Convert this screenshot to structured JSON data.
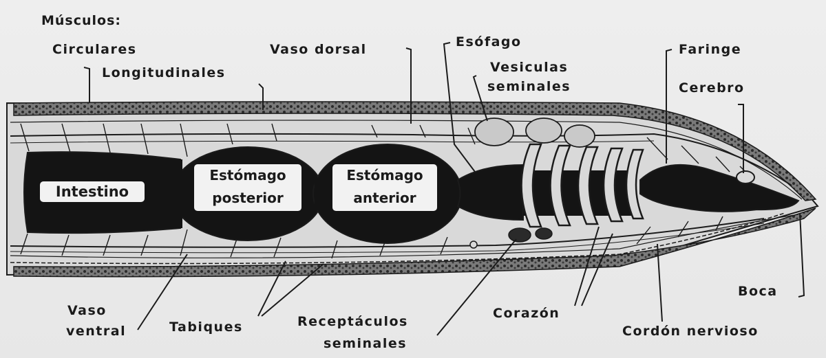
{
  "diagram": {
    "heading": "Músculos:",
    "labels": {
      "circulares": "Circulares",
      "longitudinales": "Longitudinales",
      "vaso_dorsal": "Vaso dorsal",
      "esofago": "Esófago",
      "vesiculas_1": "Vesiculas",
      "vesiculas_2": "seminales",
      "faringe": "Faringe",
      "cerebro": "Cerebro",
      "intestino": "Intestino",
      "estomago_post_1": "Estómago",
      "estomago_post_2": "posterior",
      "estomago_ant_1": "Estómago",
      "estomago_ant_2": "anterior",
      "vaso_ventral_1": "Vaso",
      "vaso_ventral_2": "ventral",
      "tabiques": "Tabiques",
      "receptaculos_1": "Receptáculos",
      "receptaculos_2": "seminales",
      "corazon": "Corazón",
      "cordon": "Cordón nervioso",
      "boca": "Boca"
    },
    "colors": {
      "ink": "#1b1b1b",
      "organ_fill": "#141414",
      "label_box": "#f2f2f2",
      "body_fill": "#d9d9d9",
      "vesicle_fill": "#c9c9c9"
    }
  }
}
